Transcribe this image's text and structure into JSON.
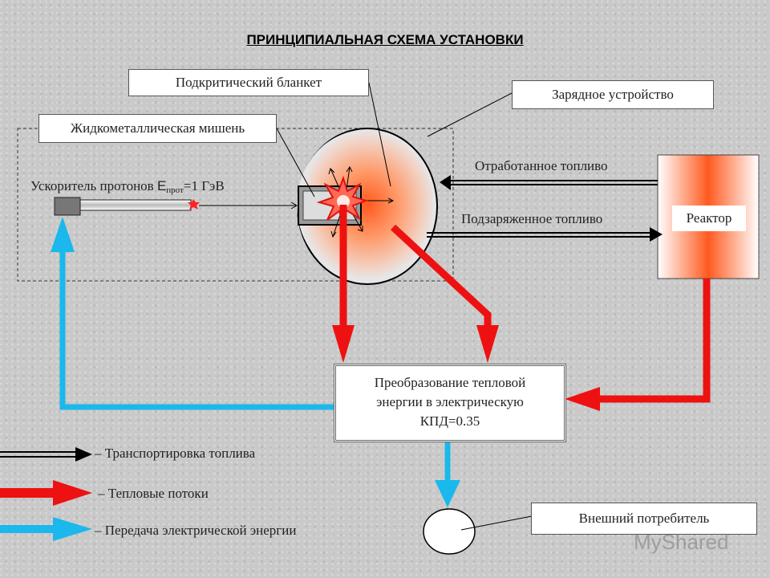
{
  "title": "ПРИНЦИПИАЛЬНАЯ СХЕМА УСТАНОВКИ",
  "labels": {
    "blanket": "Подкритический бланкет",
    "target": "Жидкометаллическая мишень",
    "charger": "Зарядное устройство",
    "accelerator_prefix": "Ускоритель протонов ",
    "accelerator_E": "E",
    "accelerator_sub": "прот",
    "accelerator_suffix": "=1 ГэВ",
    "spent_fuel": "Отработанное топливо",
    "recharged_fuel": "Подзаряженное топливо",
    "reactor": "Реактор",
    "converter_line1": "Преобразование тепловой",
    "converter_line2": "энергии в электрическую",
    "converter_line3": "КПД=0.35",
    "consumer": "Внешний потребитель"
  },
  "legend": [
    {
      "label": "– Транспортировка топлива",
      "kind": "fuel-transport"
    },
    {
      "label": "– Тепловые потоки",
      "kind": "heat-flow"
    },
    {
      "label": "– Передача электрической энергии",
      "kind": "electric-transfer"
    }
  ],
  "colors": {
    "heat": "#ee1111",
    "electric": "#1ab8ec",
    "fuel": "#000000",
    "core": "#ff5a1f"
  },
  "watermark": "MyShared"
}
